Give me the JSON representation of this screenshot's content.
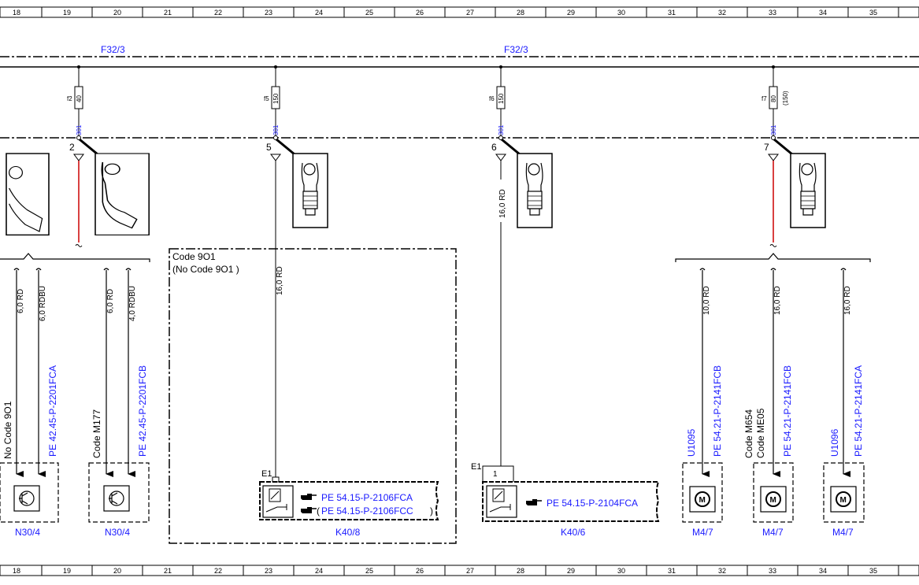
{
  "ruler": {
    "columns": [
      "18",
      "19",
      "20",
      "21",
      "22",
      "23",
      "24",
      "25",
      "26",
      "27",
      "28",
      "29",
      "30",
      "31",
      "32",
      "33",
      "34",
      "35"
    ]
  },
  "bus": {
    "left_label": "F32/3",
    "right_label": "F32/3"
  },
  "fuses": [
    {
      "name": "f2",
      "rating": "40",
      "extra": "",
      "terminal": "301",
      "point": "2"
    },
    {
      "name": "f5",
      "rating": "150",
      "extra": "",
      "terminal": "301",
      "point": "5"
    },
    {
      "name": "f6",
      "rating": "150",
      "extra": "",
      "terminal": "301",
      "point": "6"
    },
    {
      "name": "f7",
      "rating": "80",
      "extra": "(150)",
      "terminal": "301",
      "point": "7"
    }
  ],
  "wires": {
    "w1": "6,0 RD",
    "w2": "6,0 RDBU",
    "w3": "6,0 RD",
    "w4": "4,0 RDBU",
    "w5": "16,0 RD",
    "w6": "16,0 RD",
    "w7": "10,0 RD",
    "w8": "16,0 RD",
    "w9": "16,0 RD"
  },
  "code_box": {
    "line1": "Code 9O1",
    "line2": "(No Code 9O1 )"
  },
  "refs": {
    "r1": "PE 42.45-P-2201FCA",
    "r2": "PE 42.45-P-2201FCB",
    "r3": "PE 54.21-P-2141FCB",
    "r4": "PE 54.21-P-2141FCB",
    "r5": "PE 54.21-P-2141FCA"
  },
  "side_texts": {
    "t1": "No Code 9O1",
    "t2": "Code M177",
    "t3": "U1095",
    "t4": "Code M654",
    "t5": "Code ME05",
    "t6": "U1096"
  },
  "relays": {
    "k408": {
      "pin": "E1",
      "ref1": "PE 54.15-P-2106FCA",
      "ref2": "PE 54.15-P-2106FCC",
      "name": "K40/8"
    },
    "k406": {
      "pin": "E1",
      "pin2": "1",
      "ref1": "PE 54.15-P-2104FCA",
      "name": "K40/6"
    }
  },
  "components": {
    "n304a": "N30/4",
    "n304b": "N30/4",
    "m47a": "M4/7",
    "m47b": "M4/7",
    "m47c": "M4/7"
  },
  "colors": {
    "line": "#000000",
    "ref_blue": "#1a1aff",
    "wire_red": "#cc0000"
  },
  "icons": {
    "transistor": "transistor-icon",
    "motor": "motor-icon",
    "relay": "relay-icon",
    "ring_terminal": "ring-terminal-icon",
    "pointer": "pointing-hand-icon"
  }
}
